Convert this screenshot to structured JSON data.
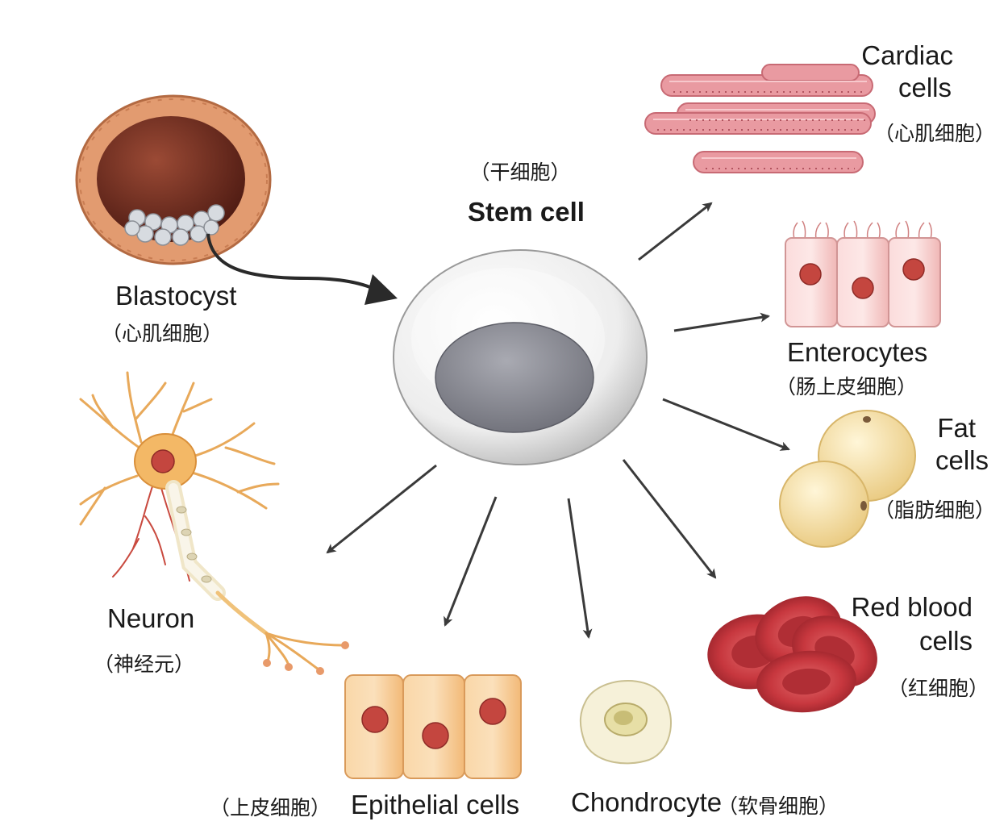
{
  "center": {
    "cn": "（干细胞）",
    "en": "Stem cell"
  },
  "blastocyst": {
    "en": "Blastocyst",
    "cn": "（心肌细胞）"
  },
  "cardiac": {
    "en_line1": "Cardiac",
    "en_line2": "cells",
    "cn": "（心肌细胞）"
  },
  "enterocytes": {
    "en": "Enterocytes",
    "cn": "（肠上皮细胞）"
  },
  "fat": {
    "en_line1": "Fat",
    "en_line2": "cells",
    "cn": "（脂肪细胞）"
  },
  "rbc": {
    "en_line1": "Red blood",
    "en_line2": "cells",
    "cn": "（红细胞）"
  },
  "neuron": {
    "en": "Neuron",
    "cn": "（神经元）"
  },
  "epithelial": {
    "cn": "（上皮细胞）",
    "en": "Epithelial cells"
  },
  "chondrocyte": {
    "en": "Chondrocyte",
    "cn": "（软骨细胞）"
  },
  "colors": {
    "stem_nucleus": "#8e8f97",
    "blastocyst_wall": "#e29b70",
    "blastocyst_inner": "#6a2a1d",
    "cardiac": "#e99aa1",
    "enterocyte": "#f6c9c8",
    "nucleus_red": "#c4463f",
    "fat": "#f8e3a8",
    "rbc": "#c7373e",
    "neuron": "#f3b866",
    "epithelial": "#f7c68c",
    "chondrocyte": "#f6f1d9",
    "arrow": "#3a3a3a"
  }
}
